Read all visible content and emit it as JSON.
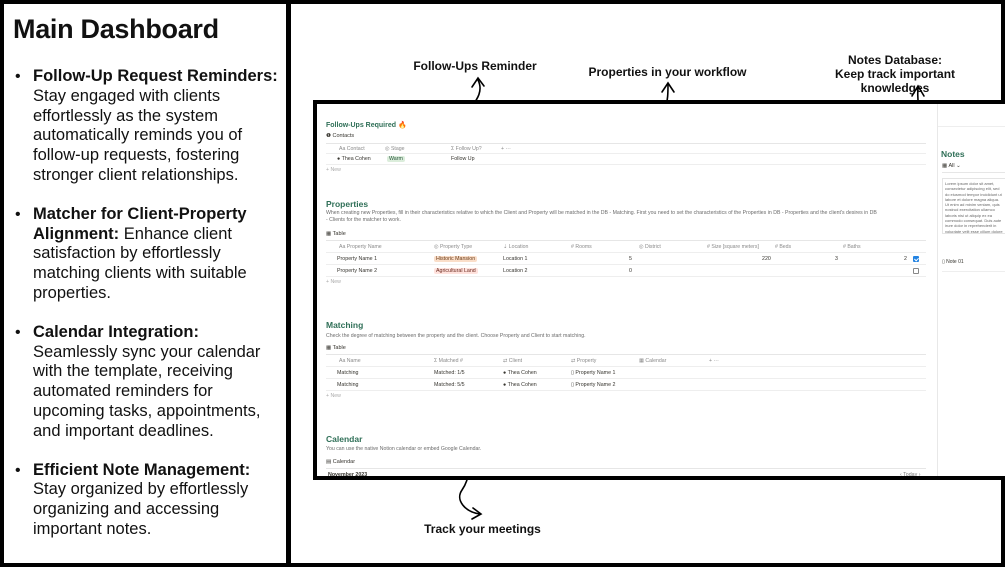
{
  "left": {
    "title": "Main Dashboard",
    "features": [
      {
        "heading": "Follow-Up Request Reminders:",
        "text": " Stay engaged with clients effortlessly as the system automatically reminds you of follow-up requests, fostering stronger client relationships."
      },
      {
        "heading": "Matcher for Client-Property Alignment:",
        "text": " Enhance client satisfaction by effortlessly matching clients with suitable properties."
      },
      {
        "heading": "Calendar Integration:",
        "text": " Seamlessly sync your calendar with the template, receiving automated reminders for upcoming tasks, appointments, and important deadlines."
      },
      {
        "heading": "Efficient Note Management:",
        "text": " Stay organized by effortlessly organizing and accessing important notes."
      }
    ]
  },
  "callouts": {
    "followups": "Follow-Ups Reminder",
    "properties": "Properties in your workflow",
    "notes_line1": "Notes Database:",
    "notes_line2": "Keep track important knowledges",
    "meetings": "Track your meetings"
  },
  "followups": {
    "title": "Follow-Ups Required 🔥",
    "view": "Contacts",
    "headers": [
      "Contact",
      "Stage",
      "Follow Up?"
    ],
    "row": {
      "contact": "Thea Cohen",
      "stage": "Warm",
      "followup": "Follow Up"
    },
    "new": "+ New"
  },
  "properties": {
    "title": "Properties",
    "desc1": "When creating new Properties, fill in their characteristics relative to which the Client and Property will be matched in the DB - Matching. First you need to set the characteristics of the Properties in DB - Properties and the client's desires in DB",
    "desc2": "- Clients for the matcher to work.",
    "view": "Table",
    "headers": [
      "Property Name",
      "Property Type",
      "Location",
      "Rooms",
      "District",
      "Size [square meters]",
      "Beds",
      "Baths"
    ],
    "rows": [
      {
        "name": "Property Name 1",
        "type": "Historic Mansion",
        "location": "Location 1",
        "rooms": "5",
        "size": "220",
        "beds": "3",
        "baths": "2",
        "checked": true
      },
      {
        "name": "Property Name 2",
        "type": "Agricultural Land",
        "location": "Location 2",
        "rooms": "0",
        "size": "",
        "beds": "",
        "baths": "",
        "checked": false
      }
    ],
    "new": "+ New"
  },
  "matching": {
    "title": "Matching",
    "desc": "Check the degree of matching between the property and the client. Choose Property and Client to start matching.",
    "view": "Table",
    "headers": [
      "Name",
      "Matched #",
      "Client",
      "Property",
      "Calendar"
    ],
    "rows": [
      {
        "name": "Matching",
        "matched": "Matched: 1/5",
        "client": "Thea Cohen",
        "property": "Property Name 1"
      },
      {
        "name": "Matching",
        "matched": "Matched: 5/5",
        "client": "Thea Cohen",
        "property": "Property Name 2"
      }
    ],
    "new": "+ New"
  },
  "calendar": {
    "title": "Calendar",
    "desc": "You can use the native Notion calendar or embed Google Calendar.",
    "view": "Calendar",
    "month": "November 2023",
    "today": "Today"
  },
  "notes": {
    "title": "Notes",
    "view": "All",
    "card_text": "Lorem ipsum dolor sit amet, consectetur adipiscing elit, sed do eiusmod tempor incididunt ut labore et dolore magna aliqua. Ut enim ad minim veniam, quis nostrud exercitation ullamco laboris nisi ut aliquip ex ea commodo consequat. Duis aute irure dolor in reprehenderit in voluptate velit esse cillum dolore eu fugiat nulla pariatur. Excepteur sint occaecat cupidatat non proident, sunt in culpa qui officia deserunt",
    "item": "Note 01"
  }
}
